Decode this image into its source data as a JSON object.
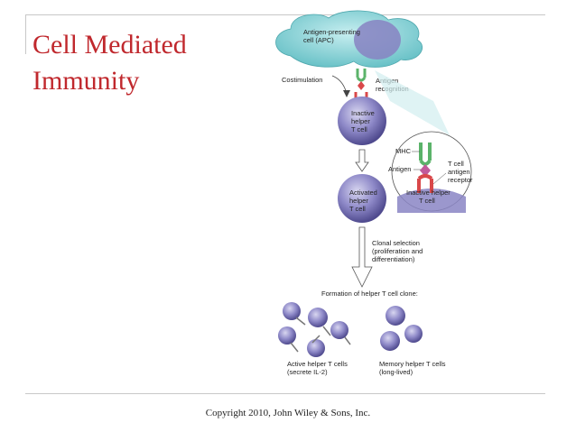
{
  "slide": {
    "title_line1": "Cell Mediated",
    "title_line2": "Immunity",
    "copyright": "Copyright 2010, John Wiley & Sons, Inc."
  },
  "figure": {
    "apc_label_1": "Antigen-presenting",
    "apc_label_2": "cell (APC)",
    "costimulation": "Costimulation",
    "antigen_recog_1": "Antigen",
    "antigen_recog_2": "recognition",
    "inactive_1": "Inactive",
    "inactive_2": "helper",
    "inactive_3": "T cell",
    "mhc": "MHC",
    "antigen": "Antigen",
    "tcr_1": "T cell",
    "tcr_2": "antigen",
    "tcr_3": "receptor",
    "zoom_inactive_1": "Inactive helper",
    "zoom_inactive_2": "T cell",
    "activated_1": "Activated",
    "activated_2": "helper",
    "activated_3": "T cell",
    "clonal_1": "Clonal selection",
    "clonal_2": "(proliferation and",
    "clonal_3": "differentiation)",
    "formation": "Formation of helper T cell clone:",
    "active_cells_1": "Active helper T cells",
    "active_cells_2": "(secrete IL-2)",
    "memory_cells_1": "Memory helper T cells",
    "memory_cells_2": "(long-lived)"
  },
  "colors": {
    "title": "#c0282d",
    "apc_cyan": "#8fd6d8",
    "cell_purple": "#8a85c4",
    "receptor_green": "#5bb36a",
    "antigen_red": "#d9484a"
  }
}
